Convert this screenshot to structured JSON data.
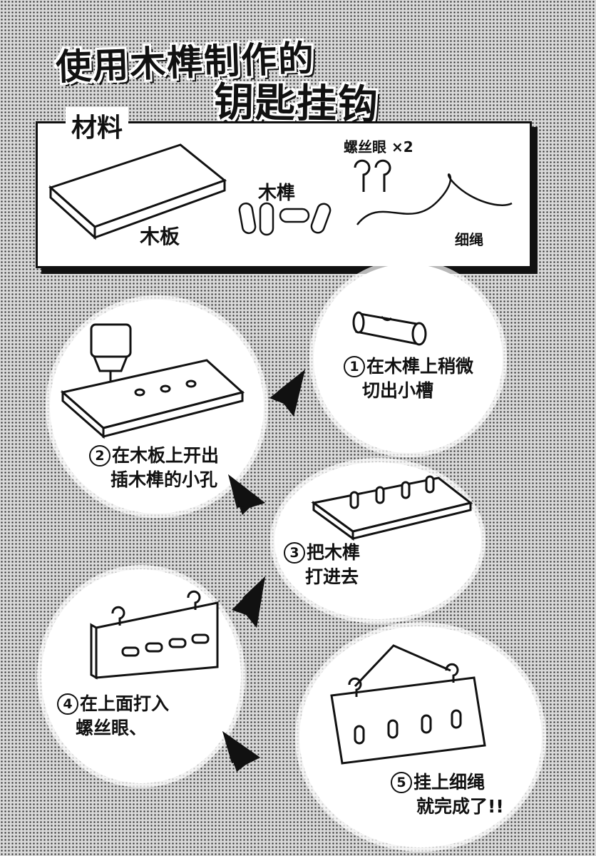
{
  "title": {
    "line1": "使用木榫制作的",
    "line2": "钥匙挂钩"
  },
  "materials": {
    "label": "材料",
    "board": "木板",
    "dowel": "木榫",
    "screw_eye": "螺丝眼 ×2",
    "string": "细绳"
  },
  "steps": [
    {
      "num": "1",
      "line1": "在木榫上稍微",
      "line2": "切出小槽"
    },
    {
      "num": "2",
      "line1": "在木板上开出",
      "line2": "插木榫的小孔"
    },
    {
      "num": "3",
      "line1": "把木榫",
      "line2": "打进去"
    },
    {
      "num": "4",
      "line1": "在上面打入",
      "line2": "螺丝眼、"
    },
    {
      "num": "5",
      "line1": "挂上细绳",
      "line2": "就完成了!!"
    }
  ]
}
